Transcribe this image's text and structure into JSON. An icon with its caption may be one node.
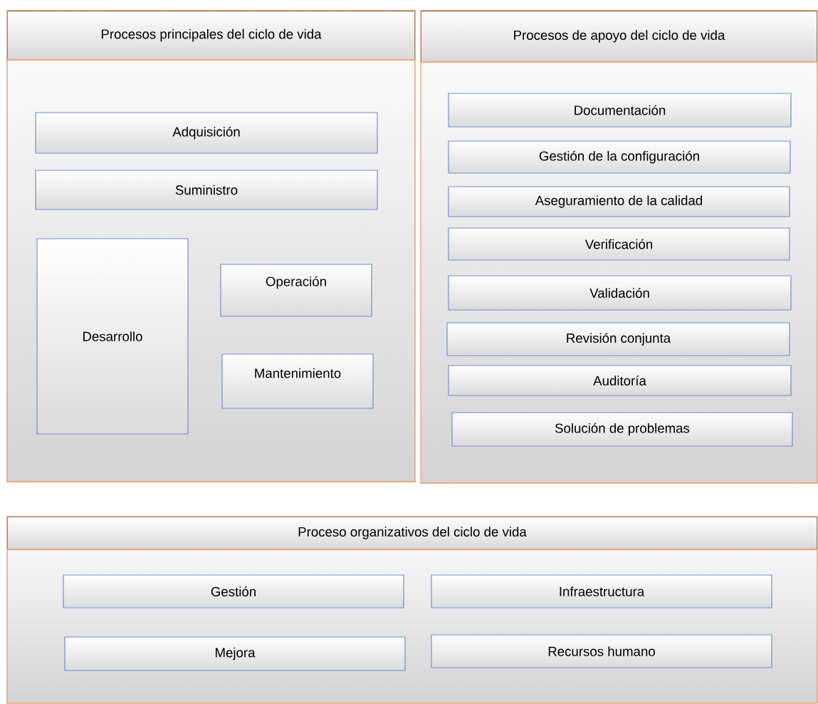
{
  "diagram": {
    "nodes": [
      {
        "text": [
          "Procesos principales del ciclo de vida"
        ]
      },
      {
        "text": [
          "Adquisición"
        ],
        "in": 0
      },
      {
        "text": [
          "Suministro"
        ],
        "in": 0
      },
      {
        "text": [
          "Desarrollo"
        ],
        "in": 0
      },
      {
        "text": [
          "Operación"
        ],
        "in": 0
      },
      {
        "text": [
          "Mantenimiento"
        ],
        "in": 0
      },
      {
        "text": [
          "Procesos de apoyo del ciclo de vida"
        ]
      },
      {
        "text": [
          "Documentación"
        ],
        "in": 6
      },
      {
        "text": [
          "Gestión de la configuración"
        ],
        "in": 6
      },
      {
        "text": [
          "Aseguramiento de la calidad"
        ],
        "in": 6
      },
      {
        "text": [
          "Verificación"
        ],
        "in": 6
      },
      {
        "text": [
          "Validación"
        ],
        "in": 6
      },
      {
        "text": [
          "Revisión conjunta"
        ],
        "in": 6
      },
      {
        "text": [
          "Auditoría"
        ],
        "in": 6
      },
      {
        "text": [
          "Solución de problemas"
        ],
        "in": 6
      },
      {
        "text": [
          "Proceso organizativos del ciclo de vida"
        ]
      },
      {
        "text": [
          "Gestión"
        ],
        "in": 15
      },
      {
        "text": [
          "Infraestructura"
        ],
        "in": 15
      },
      {
        "text": [
          "Mejora"
        ],
        "in": 15
      },
      {
        "text": [
          "Recursos humano"
        ],
        "in": 15
      }
    ]
  }
}
